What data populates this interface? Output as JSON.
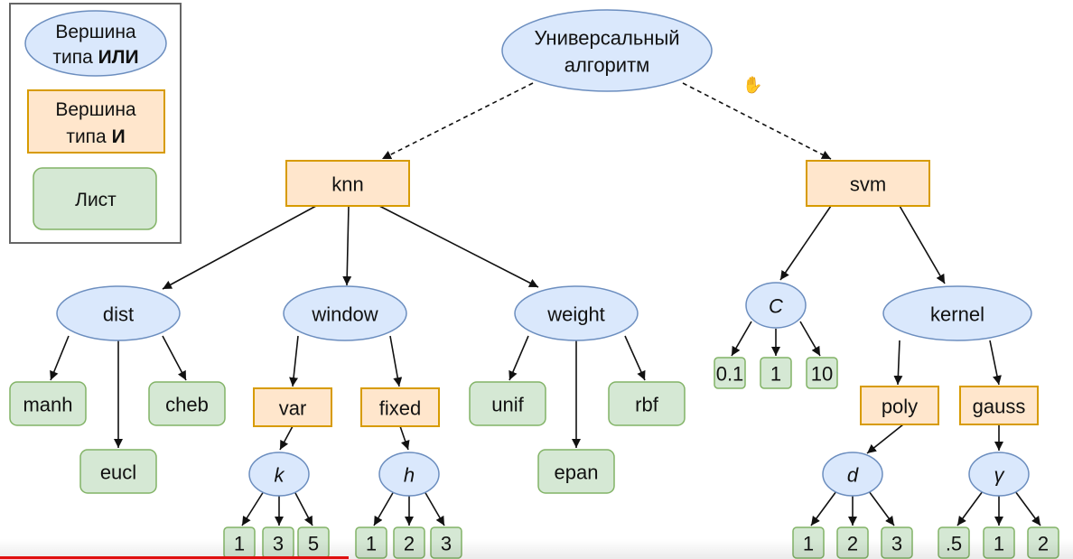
{
  "legend": {
    "or_line1": "Вершина",
    "or_line2a": "типа ",
    "or_line2b": "ИЛИ",
    "and_line1": "Вершина",
    "and_line2a": "типа ",
    "and_line2b": "И",
    "leaf": "Лист"
  },
  "colors": {
    "or_fill": "#dae8fc",
    "or_stroke": "#6c8ebf",
    "and_fill": "#ffe6cc",
    "and_stroke": "#d79b00",
    "leaf_fill": "#d5e8d4",
    "leaf_stroke": "#82b366",
    "progress": "#e01010"
  },
  "video": {
    "progress": 0.325
  },
  "nodes": {
    "root_l1": "Универсальный",
    "root_l2": "алгоритм",
    "knn": "knn",
    "svm": "svm",
    "dist": "dist",
    "window": "window",
    "weight": "weight",
    "C": "C",
    "kernel": "kernel",
    "manh": "manh",
    "eucl": "eucl",
    "cheb": "cheb",
    "var": "var",
    "fixed": "fixed",
    "unif": "unif",
    "epan": "epan",
    "rbf": "rbf",
    "c01": "0.1",
    "c1": "1",
    "c10": "10",
    "poly": "poly",
    "gauss": "gauss",
    "k": "k",
    "h": "h",
    "d": "d",
    "gamma": "γ",
    "k1": "1",
    "k3": "3",
    "k5": "5",
    "h1": "1",
    "h2": "2",
    "h3": "3",
    "d1": "1",
    "d2": "2",
    "d3": "3",
    "g05": ".5",
    "g1": "1",
    "g2": "2"
  }
}
